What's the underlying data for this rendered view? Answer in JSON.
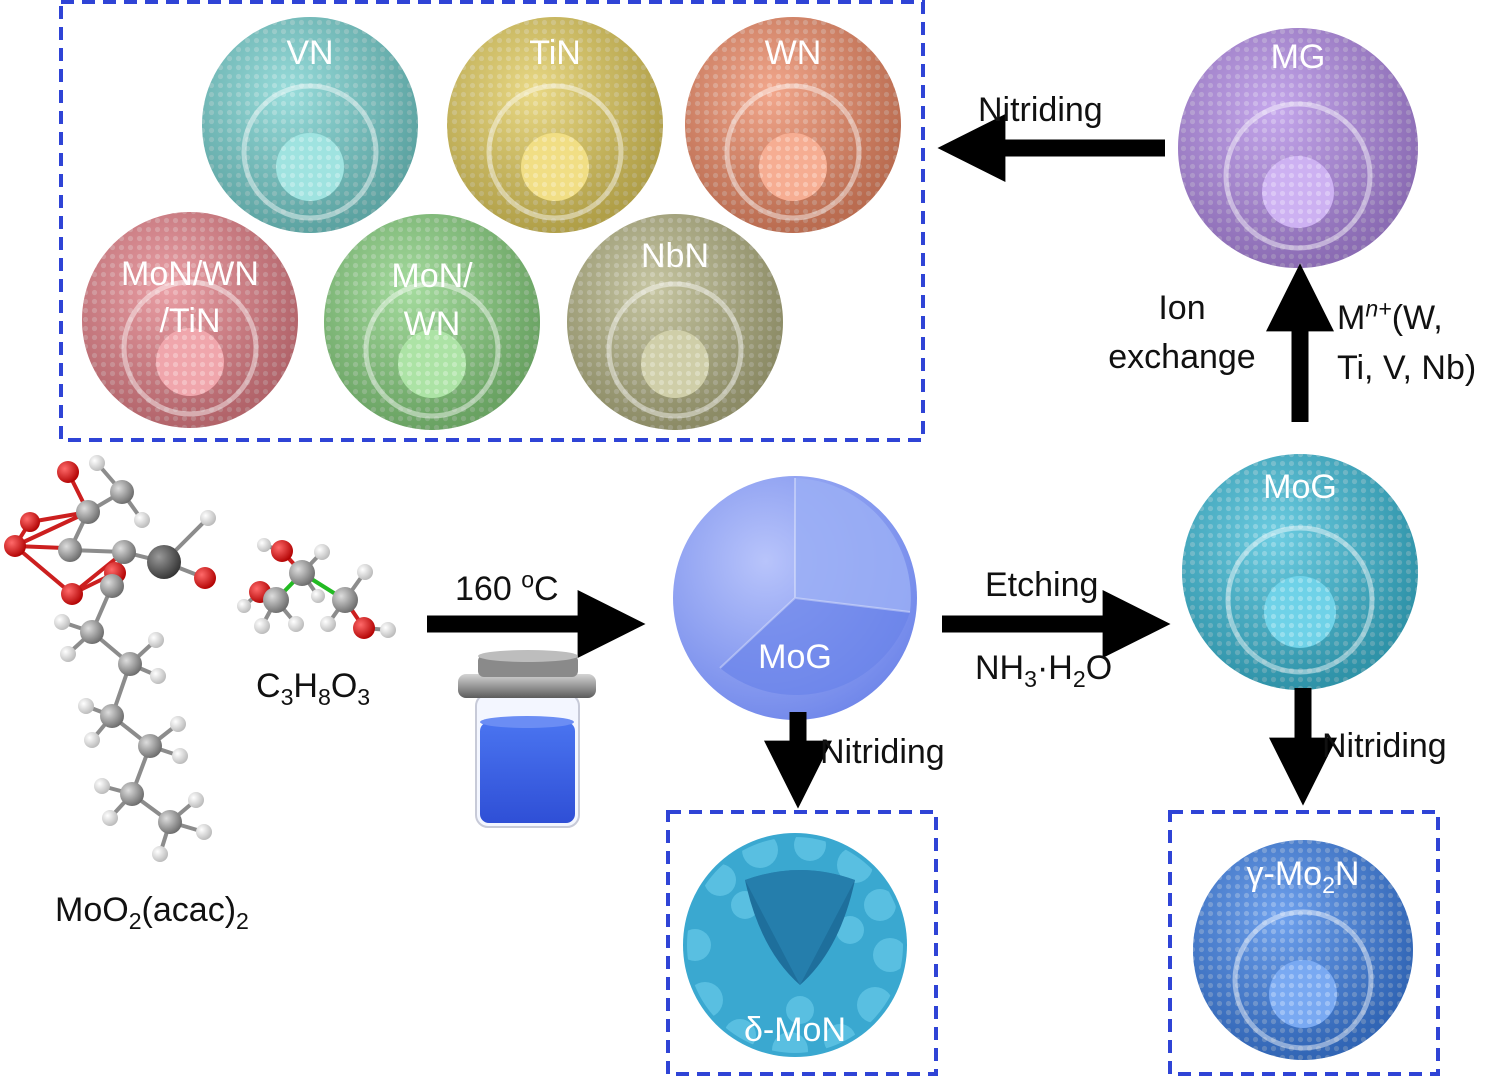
{
  "colors": {
    "box_border": "#2f44d6",
    "arrow": "#000000",
    "VN": "#76d1cf",
    "TiN": "#e2cc5c",
    "WN": "#ee8a66",
    "MoN_WN_TiN": "#e48088",
    "MoN_WN": "#87d07e",
    "NbN": "#b3b282",
    "MG": "#b28ae6",
    "MoG_etched": "#3cbcd8",
    "Mo2N": "#3f82e8",
    "MoG_solid": "#8ea3f2",
    "MoN_flower": "#3aa8d0"
  },
  "nitride_box": {
    "VN": "VN",
    "TiN": "TiN",
    "WN": "WN",
    "MoN_WN_TiN": [
      "MoN/WN",
      "/TiN"
    ],
    "MoN_WN": [
      "MoN/",
      "WN"
    ],
    "NbN": "NbN"
  },
  "precursors": {
    "moo2_formula": "MoO",
    "moo2_sub": "2",
    "moo2_rest": "(acac)",
    "moo2_sub2": "2",
    "glycerol": {
      "C": "C",
      "C_n": "3",
      "H": "H",
      "H_n": "8",
      "O": "O",
      "O_n": "3"
    }
  },
  "steps": {
    "solvothermal": {
      "temp": "160 ",
      "sup": "o",
      "unit": "C"
    },
    "etching": "Etching",
    "etchant": {
      "a": "NH",
      "a_n": "3",
      "b": "·H",
      "b_n": "2",
      "c": "O"
    },
    "nitriding_top": "Nitriding",
    "nitriding_mid": "Nitriding",
    "nitriding_right": "Nitriding",
    "ion_exchange": [
      "Ion",
      "exchange"
    ],
    "metal_ions": {
      "M": "M",
      "sup": "n+",
      "rest1": "(W,",
      "rest2": "Ti, V, Nb)"
    }
  },
  "products": {
    "MoG_solid": "MoG",
    "MoG_etched": "MoG",
    "MG": "MG",
    "delta_MoN": "δ-MoN",
    "gamma_Mo2N": {
      "a": "γ-Mo",
      "n": "2",
      "b": "N"
    }
  }
}
